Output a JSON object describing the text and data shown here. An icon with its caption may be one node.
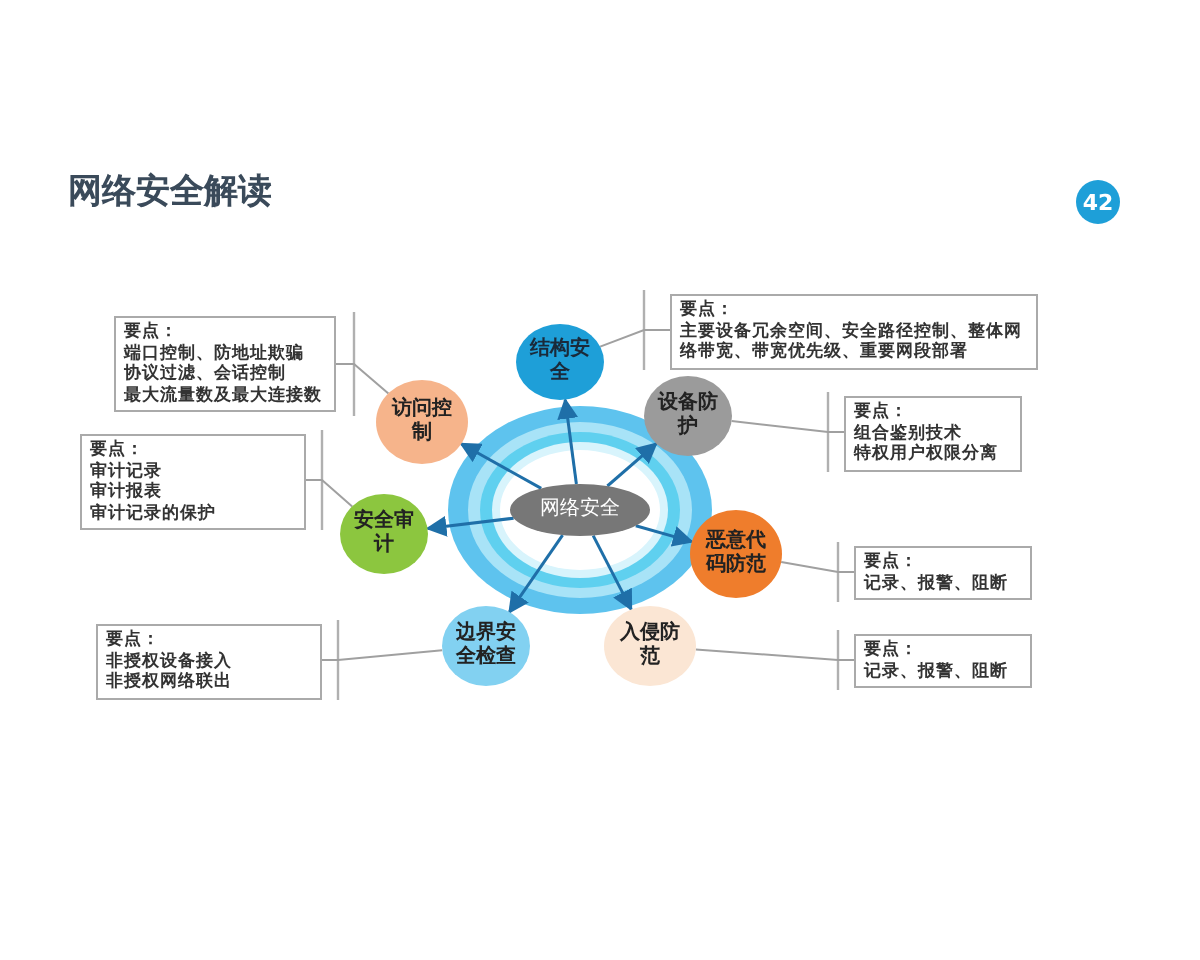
{
  "diagram": {
    "title": "网络安全解读",
    "nodes": [
      {
        "text": [
          "网络安全"
        ]
      },
      {
        "text": [
          "结构安全"
        ]
      },
      {
        "text": [
          "设备防护"
        ]
      },
      {
        "text": [
          "恶意代码防范"
        ]
      },
      {
        "text": [
          "入侵防范"
        ]
      },
      {
        "text": [
          "边界安全检查"
        ]
      },
      {
        "text": [
          "安全审计"
        ]
      },
      {
        "text": [
          "访问控制"
        ]
      },
      {
        "text": [
          "要点：",
          "端口控制、防地址欺骗",
          "协议过滤、会话控制",
          "最大流量数及最大连接数"
        ]
      },
      {
        "text": [
          "要点：",
          "主要设备冗余空间、安全路径控制、整体网络带宽、带宽优先级、重要网段部署"
        ]
      },
      {
        "text": [
          "要点：",
          "组合鉴别技术",
          "特权用户权限分离"
        ]
      },
      {
        "text": [
          "要点：",
          "审计记录",
          "审计报表",
          "审计记录的保护"
        ]
      },
      {
        "text": [
          "要点：",
          "记录、报警、阻断"
        ]
      },
      {
        "text": [
          "要点：",
          "非授权设备接入",
          "非授权网络联出"
        ]
      },
      {
        "text": [
          "要点：",
          "记录、报警、阻断"
        ]
      }
    ],
    "edges": [
      {
        "from": 0,
        "to": 1,
        "arrow": "to"
      },
      {
        "from": 0,
        "to": 2,
        "arrow": "to"
      },
      {
        "from": 0,
        "to": 3,
        "arrow": "to"
      },
      {
        "from": 0,
        "to": 4,
        "arrow": "to"
      },
      {
        "from": 0,
        "to": 5,
        "arrow": "to"
      },
      {
        "from": 0,
        "to": 6,
        "arrow": "to"
      },
      {
        "from": 0,
        "to": 7,
        "arrow": "to"
      },
      {
        "from": 8,
        "to": 7,
        "arrow": "none",
        "color": "#a0a0a0"
      },
      {
        "from": 9,
        "to": 1,
        "arrow": "none",
        "color": "#a0a0a0"
      },
      {
        "from": 10,
        "to": 2,
        "arrow": "none",
        "color": "#a0a0a0"
      },
      {
        "from": 11,
        "to": 6,
        "arrow": "none",
        "color": "#a0a0a0"
      },
      {
        "from": 12,
        "to": 3,
        "arrow": "none",
        "color": "#a0a0a0"
      },
      {
        "from": 13,
        "to": 5,
        "arrow": "none",
        "color": "#a0a0a0"
      },
      {
        "from": 14,
        "to": 4,
        "arrow": "none",
        "color": "#a0a0a0"
      }
    ],
    "labels": [
      "42"
    ]
  }
}
